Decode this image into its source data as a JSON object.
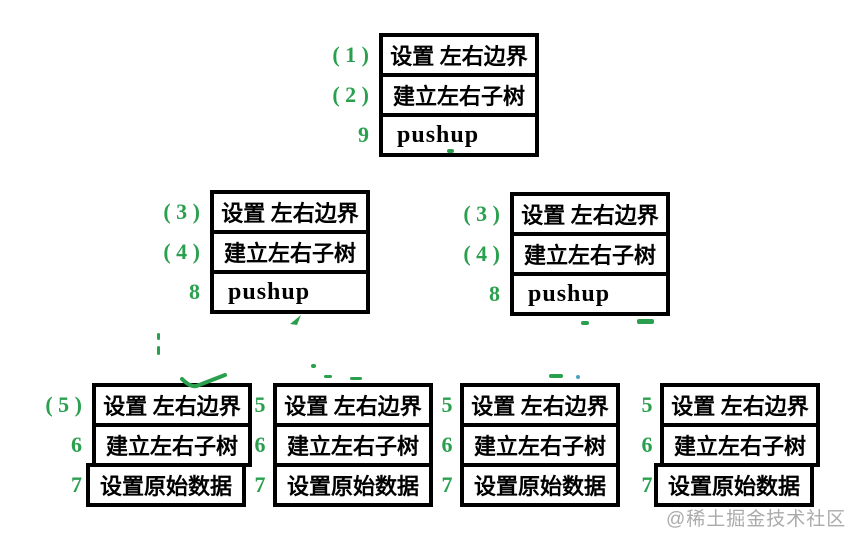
{
  "colors": {
    "label_green": "#2aa04e",
    "box_border": "#000000",
    "box_fill": "#ffffff",
    "watermark_gray": "#ababab",
    "teal_mark": "#4aa3c0"
  },
  "watermark": {
    "text": "@稀土掘金技术社区"
  },
  "nodes": [
    {
      "name": "root",
      "rows": [
        {
          "label": "( 1 )",
          "text": "设置 左右边界"
        },
        {
          "label": "( 2 )",
          "text": "建立左右子树"
        },
        {
          "label": "9",
          "text": "pushup"
        }
      ]
    },
    {
      "name": "mid-left",
      "rows": [
        {
          "label": "( 3 )",
          "text": "设置 左右边界"
        },
        {
          "label": "( 4 )",
          "text": "建立左右子树"
        },
        {
          "label": "8",
          "text": "pushup"
        }
      ]
    },
    {
      "name": "mid-right",
      "rows": [
        {
          "label": "( 3 )",
          "text": "设置 左右边界"
        },
        {
          "label": "( 4 )",
          "text": "建立左右子树"
        },
        {
          "label": "8",
          "text": "pushup"
        }
      ]
    },
    {
      "name": "leaf-1",
      "rows": [
        {
          "label": "( 5 )",
          "text": "设置 左右边界"
        },
        {
          "label": "6",
          "text": "建立左右子树"
        },
        {
          "label": "7",
          "text": "设置原始数据"
        }
      ]
    },
    {
      "name": "leaf-2",
      "rows": [
        {
          "label": "5",
          "text": "设置 左右边界"
        },
        {
          "label": "6",
          "text": "建立左右子树"
        },
        {
          "label": "7",
          "text": "设置原始数据"
        }
      ]
    },
    {
      "name": "leaf-3",
      "rows": [
        {
          "label": "5",
          "text": "设置 左右边界"
        },
        {
          "label": "6",
          "text": "建立左右子树"
        },
        {
          "label": "7",
          "text": "设置原始数据"
        }
      ]
    },
    {
      "name": "leaf-4",
      "rows": [
        {
          "label": "5",
          "text": "设置 左右边界"
        },
        {
          "label": "6",
          "text": "建立左右子树"
        },
        {
          "label": "7",
          "text": "设置原始数据"
        }
      ]
    }
  ]
}
